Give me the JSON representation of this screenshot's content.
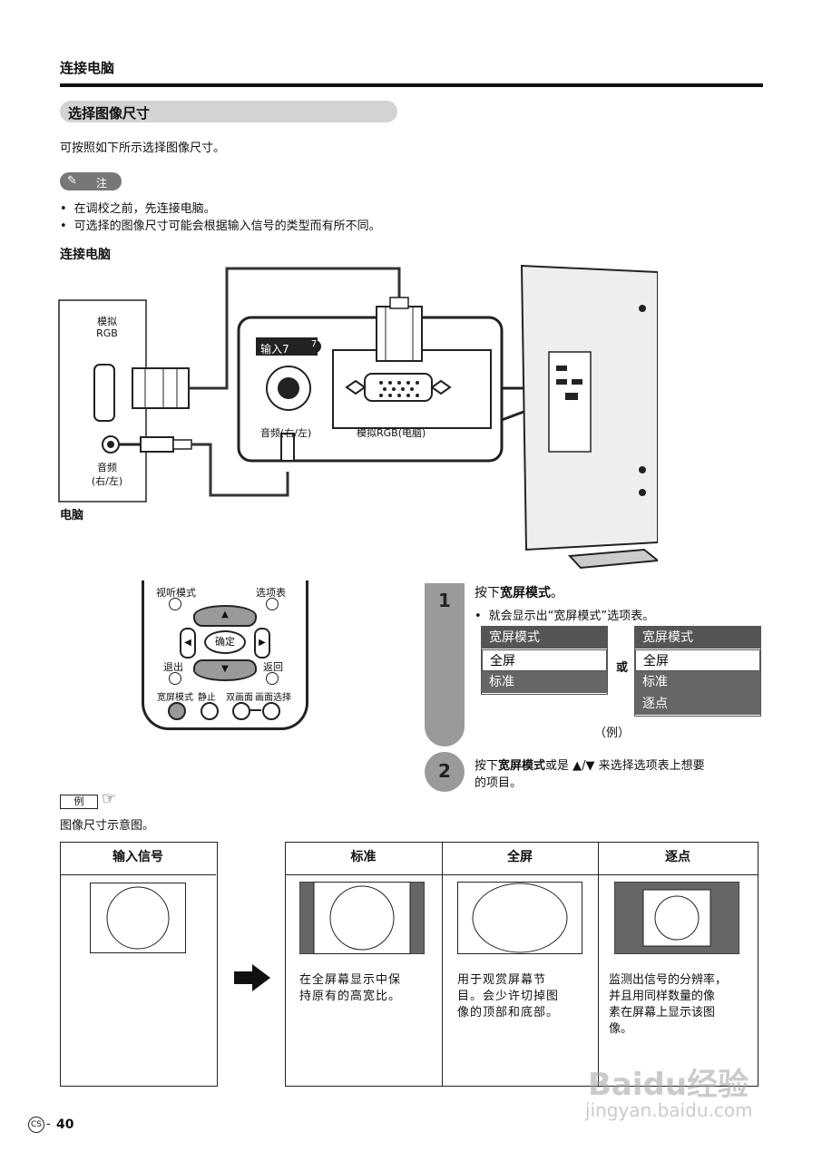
{
  "page": {
    "section_heading": "连接电脑",
    "pill_heading": "选择图像尺寸",
    "intro": "可按照如下所示选择图像尺寸。",
    "note_label": "注",
    "notes": [
      "在调校之前，先连接电脑。",
      "可选择的图像尺寸可能会根据输入信号的类型而有所不同。"
    ],
    "connect_heading": "连接电脑",
    "page_number": "40",
    "page_prefix": "CS",
    "example_tag": "例",
    "example_caption": "图像尺寸示意图。"
  },
  "diagram": {
    "pc_analog_rgb_line1": "模拟",
    "pc_analog_rgb_line2": "RGB",
    "pc_audio_line1": "音频",
    "pc_audio_line2": "(右/左)",
    "pc_label": "电脑",
    "input_label": "输入7",
    "input_number": "7",
    "audio_port_label": "音频(右/左)",
    "rgb_port_label": "模拟RGB(电脑)"
  },
  "remote": {
    "av_mode": "视听模式",
    "option": "选项表",
    "ok": "确定",
    "exit": "退出",
    "back": "返回",
    "wide_mode": "宽屏模式",
    "mute": "静止",
    "dual": "双画面",
    "pip": "画面选择"
  },
  "steps": {
    "step1_num": "1",
    "step1_pre": "按下",
    "step1_bold": "宽屏模式",
    "step1_post": "。",
    "step1_sub": "就会显示出“宽屏模式”选项表。",
    "or_label": "或",
    "example_label": "（例）",
    "menu_left": {
      "title": "宽屏模式",
      "items": [
        "全屏",
        "标准"
      ]
    },
    "menu_right": {
      "title": "宽屏模式",
      "items": [
        "全屏",
        "标准",
        "逐点"
      ]
    },
    "step2_num": "2",
    "step2_pre": "按下",
    "step2_bold": "宽屏模式",
    "step2_mid": "或是 ▲/▼ 来选择选项表上想要",
    "step2_line2": "的项目。"
  },
  "table": {
    "input_header": "输入信号",
    "col1_header": "标准",
    "col2_header": "全屏",
    "col3_header": "逐点",
    "col1_desc": [
      "在全屏幕显示中保",
      "持原有的高宽比。"
    ],
    "col2_desc": [
      "用于观赏屏幕节",
      "目。会少许切掉图",
      "像的顶部和底部。"
    ],
    "col3_desc": [
      "监测出信号的分辨率，",
      "并且用同样数量的像",
      "素在屏幕上显示该图",
      "像。"
    ]
  },
  "watermark": {
    "brand": "Baidu经验",
    "url": "jingyan.baidu.com"
  },
  "colors": {
    "ink": "#111111",
    "panel_gray": "#d3d3d3",
    "menu_gray": "#666666",
    "step_gray": "#9a9a9a"
  }
}
